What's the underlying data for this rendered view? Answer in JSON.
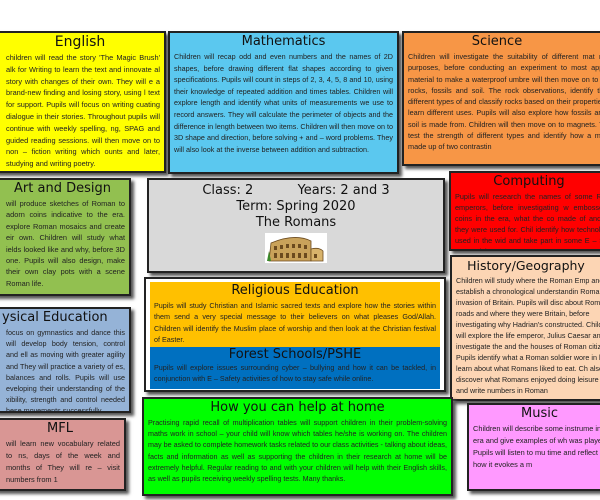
{
  "english": {
    "title": "English",
    "text": "children will read the story 'The Magic Brush' alk for Writing to learn the text and innovate al story with changes of their own. They will e a brand-new finding and losing story, using l text for support. Pupils will focus on writing cuating dialogue in their stories. Throughout pupils will continue with weekly spelling, ng, SPAG and guided reading sessions. will then move on to non – fiction writing which ounts and later, studying and writing poetry."
  },
  "maths": {
    "title": "Mathematics",
    "text": "Children will recap odd and even numbers and the names of 2D shapes, before drawing different flat shapes according to given specifications. Pupils will count in steps of 2, 3, 4, 5, 8 and 10, using their knowledge of repeated addition and times tables. Children will explore length and identify what units of measurements we use to record answers. They will calculate the perimeter of objects and the difference in length between two items. Children will then move on to 3D shape and direction, before solving + and – word problems. They will also look at the inverse between addition and subtraction."
  },
  "science": {
    "title": "Science",
    "text": "Children will investigate the suitability of different mat range of purposes, before conducting an experiment to most appropriate material to make a waterproof umbre will then move on to studying rocks, fossils and soil. The rock observations, identify the three different types of and classify rocks based on their properties and to learn different uses. Pupils will also explore how fossils are f what soil is made from. Children will then move on to magnets. They will test the strength of different types and identify how a magnet is made up of two contrastin"
  },
  "art": {
    "title": "Art and Design",
    "text": "will produce sketches of Roman to adorn coins indicative to the era. explore Roman mosaics and create eir own. Children will study what ields looked like and why, before 3D one. Pupils will also design, make their own clay pots with a scene Roman life."
  },
  "centre": {
    "class": "Class: 2",
    "years": "Years: 2 and 3",
    "term": "Term: Spring 2020",
    "topic": "The Romans"
  },
  "computing": {
    "title": "Computing",
    "text": "Pupils will research the names of some Roman emperors, before investigating w embossed on coins in the era, what the co made of and what they were used for. Chil identify how technology is used in the wid and take part in some E – Safety Day activit"
  },
  "re": {
    "title": "Religious Education",
    "text": "Pupils will study Christian and Islamic sacred texts and explore how the stories within them send a very special message to their believers on what pleases God/Allah. Children will identify the Muslim place of worship and then look at the Christian festival of Easter."
  },
  "forest": {
    "title": "Forest Schools/PSHE",
    "text": "Pupils will explore issues surrounding cyber – bullying and how it can be tackled, in conjunction with E – Safety activities of how to stay safe while online."
  },
  "history": {
    "title": "History/Geography",
    "text": "Children will study where the Roman Emp and establish a chronological understandin Roman invasion of Britain. Pupils will disc about Roman roads and where they were Britain, before investigating why Hadrian's constructed. Children will explore the life emperor, Julius Caesar and investigate the and the houses of Roman citizens. Pupils identify what a Roman soldier wore in bat learn about what Romans liked to eat. Ch also discover what Romans enjoyed doing leisure time and write numbers in Roman"
  },
  "pe": {
    "title": "ysical Education",
    "text": "focus on gymnastics and dance this will develop body tension, control and ell as moving with greater agility and They will practice a variety of es, balances and rolls. Pupils will use eveloping their understanding of the xibility, strength and control needed hese movements successfully."
  },
  "home": {
    "title": "How you can help at home",
    "text": "Practising rapid recall of multiplication tables will support children in their problem-solving maths work in school – your child will know which tables he/she is working on. The children may be asked to complete homework tasks related to our class activities - talking about ideas, facts and information as well as supporting the children in their research at home will be extremely helpful. Regular reading to and with your children will help with their English skills, as well as pupils receiving weekly spelling tests. Many thanks."
  },
  "mfl": {
    "title": "MFL",
    "text": "will learn new vocabulary related to ns, days of the week and months of They will re – visit numbers from 1"
  },
  "music": {
    "title": "Music",
    "text": "Children will describe some instrume in the era and give examples of wh was played. Pupils will listen to mu time and reflect on how it evokes a m"
  }
}
